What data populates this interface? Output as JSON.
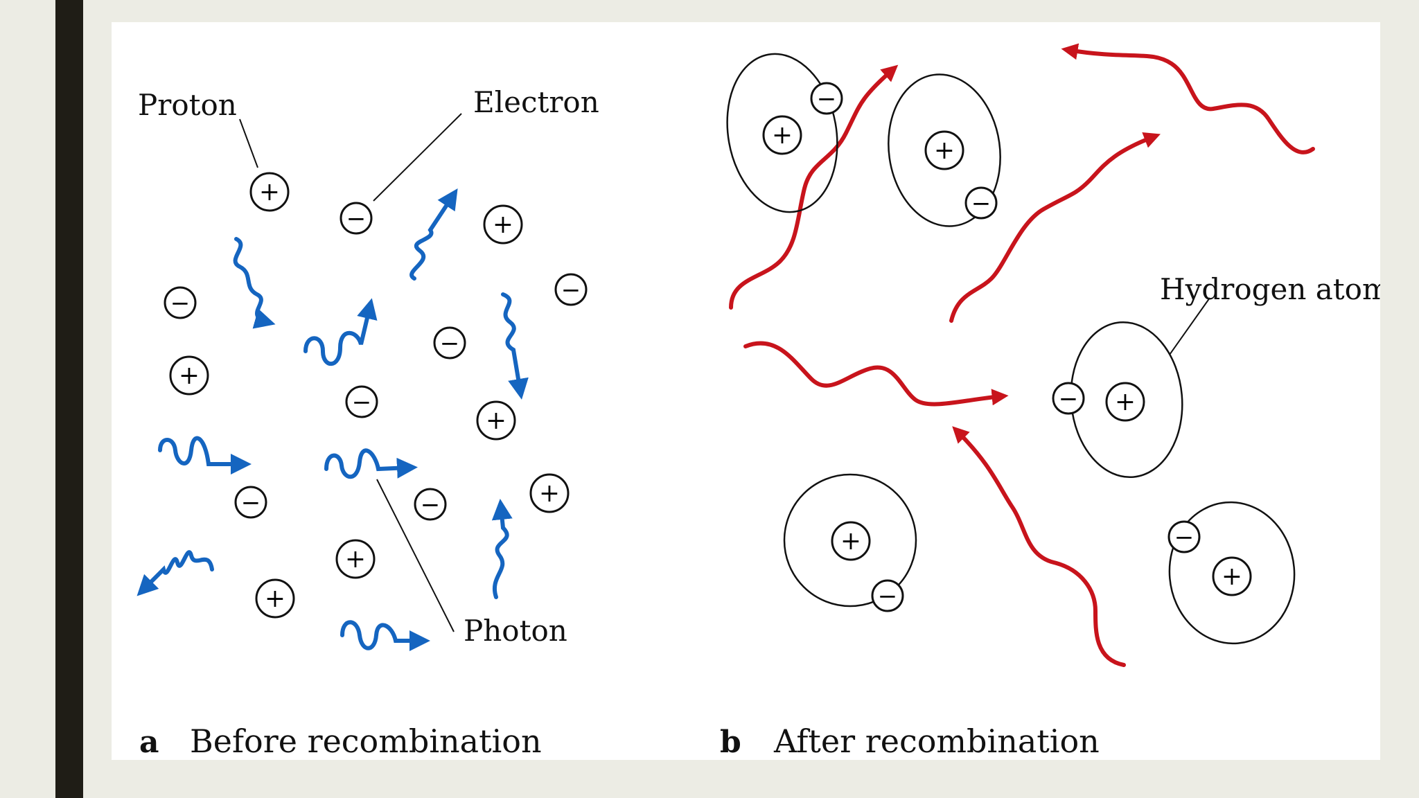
{
  "panel_a": {
    "letter": "a",
    "caption": "Before recombination",
    "labels": {
      "proton": "Proton",
      "electron": "Electron",
      "photon": "Photon"
    }
  },
  "panel_b": {
    "letter": "b",
    "caption": "After recombination",
    "labels": {
      "hydrogen_atom": "Hydrogen atom"
    }
  },
  "symbols": {
    "proton": "+",
    "electron": "−"
  },
  "colors": {
    "photon_before": "#1565c0",
    "photon_after": "#c8141c",
    "particle_outline": "#111111",
    "side_bar": "#1f1d16",
    "slide_background": "#ecece4"
  }
}
